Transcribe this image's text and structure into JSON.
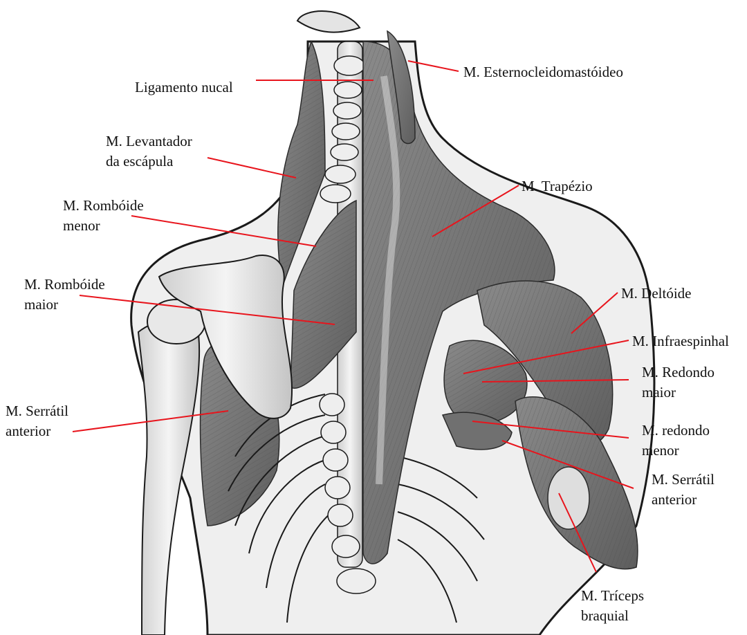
{
  "labels": {
    "ligamento_nucal": [
      "Ligamento nucal"
    ],
    "esternocleidomastoideo": [
      "M. Esternocleidomastóideo"
    ],
    "levantador_escapula": [
      "M. Levantador",
      "da escápula"
    ],
    "trapezio": [
      "M. Trapézio"
    ],
    "romboide_menor": [
      "M. Rombóide",
      "menor"
    ],
    "romboide_maior": [
      "M. Rombóide",
      "maior"
    ],
    "deltoide": [
      "M. Deltóide"
    ],
    "infraespinhal": [
      "M. Infraespinhal"
    ],
    "redondo_maior": [
      "M. Redondo",
      "maior"
    ],
    "serratil_anterior_left": [
      "M. Serrátil",
      "anterior"
    ],
    "redondo_menor": [
      "M. redondo",
      "menor"
    ],
    "serratil_anterior_right": [
      "M. Serrátil",
      "anterior"
    ],
    "triceps_braquial": [
      "M. Tríceps",
      "braquial"
    ]
  },
  "colors": {
    "leader_line": "#e8141c",
    "muscle_dark": "#6e6e6e",
    "muscle_mid": "#8c8c8c",
    "bone": "#e6e6e6",
    "outline": "#1a1a1a",
    "skin_fill": "#ededed"
  }
}
